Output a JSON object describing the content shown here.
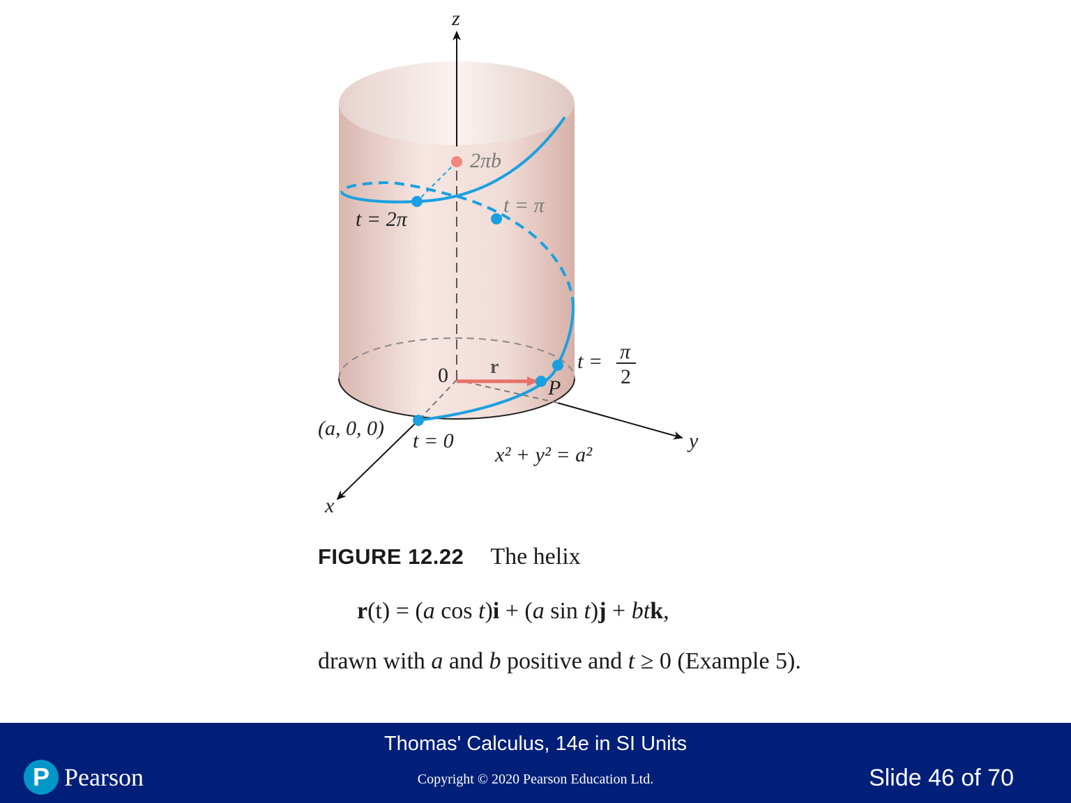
{
  "diagram": {
    "axes": {
      "z": "z",
      "x": "x",
      "y": "y"
    },
    "origin_label": "0",
    "vector_label": "r",
    "point_label": "P",
    "labels": {
      "top_point": "2πb",
      "t_two_pi": "t = 2π",
      "t_pi": "t = π",
      "t_half_pi_lhs": "t =",
      "t_half_pi_num": "π",
      "t_half_pi_den": "2",
      "t_zero": "t = 0",
      "start_point": "(a, 0, 0)",
      "cylinder_equation": "x² + y² = a²"
    },
    "colors": {
      "helix": "#1aa0e0",
      "vector": "#e8706a",
      "cylinder": "#f0d6d0"
    }
  },
  "caption": {
    "figure_number": "FIGURE 12.22",
    "figure_title": "The helix",
    "equation": {
      "r": "r",
      "t1": "(t)",
      "eq": " = (",
      "a1": "a",
      "cos": " cos ",
      "t2": "t",
      "p1": ")",
      "i": "i",
      "plus1": " + (",
      "a2": "a",
      "sin": " sin ",
      "t3": "t",
      "p2": ")",
      "j": "j",
      "plus2": " + ",
      "bt": "bt",
      "k": "k",
      "end": ","
    },
    "body": {
      "s1": "drawn with ",
      "a": "a",
      "s2": " and ",
      "b": "b",
      "s3": " positive and ",
      "t": "t",
      "s4": " ≥ 0 (Example 5)."
    }
  },
  "footer": {
    "book": "Thomas' Calculus, 14e in SI Units",
    "copyright": "Copyright © 2020 Pearson Education Ltd.",
    "slide": "Slide 46 of 70",
    "logo_letter": "P",
    "logo_word": "Pearson"
  }
}
